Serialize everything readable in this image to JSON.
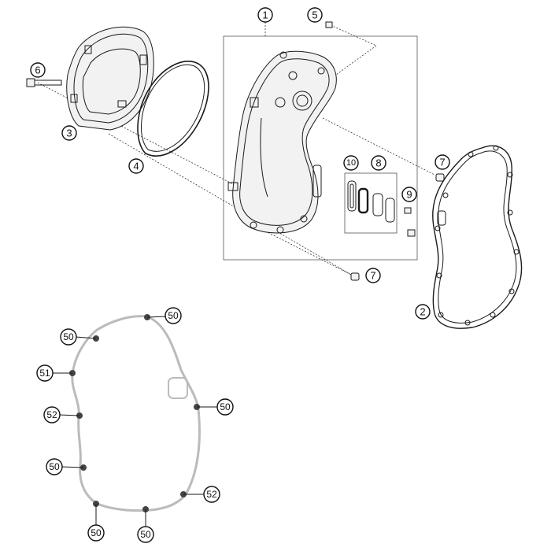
{
  "callouts": {
    "c1": "1",
    "c2": "2",
    "c3": "3",
    "c4": "4",
    "c5": "5",
    "c6": "6",
    "c7a": "7",
    "c7b": "7",
    "c8": "8",
    "c9": "9",
    "c10": "10",
    "s50a": "50",
    "s50b": "50",
    "s51": "51",
    "s52a": "52",
    "s50c": "50",
    "s50d": "50",
    "s50e": "50",
    "s52b": "52",
    "s50f": "50"
  },
  "colors": {
    "line": "#1a1a1a",
    "part_fill": "#f2f2f2",
    "callout_dark": "#3a3a3a",
    "background": "#ffffff"
  }
}
